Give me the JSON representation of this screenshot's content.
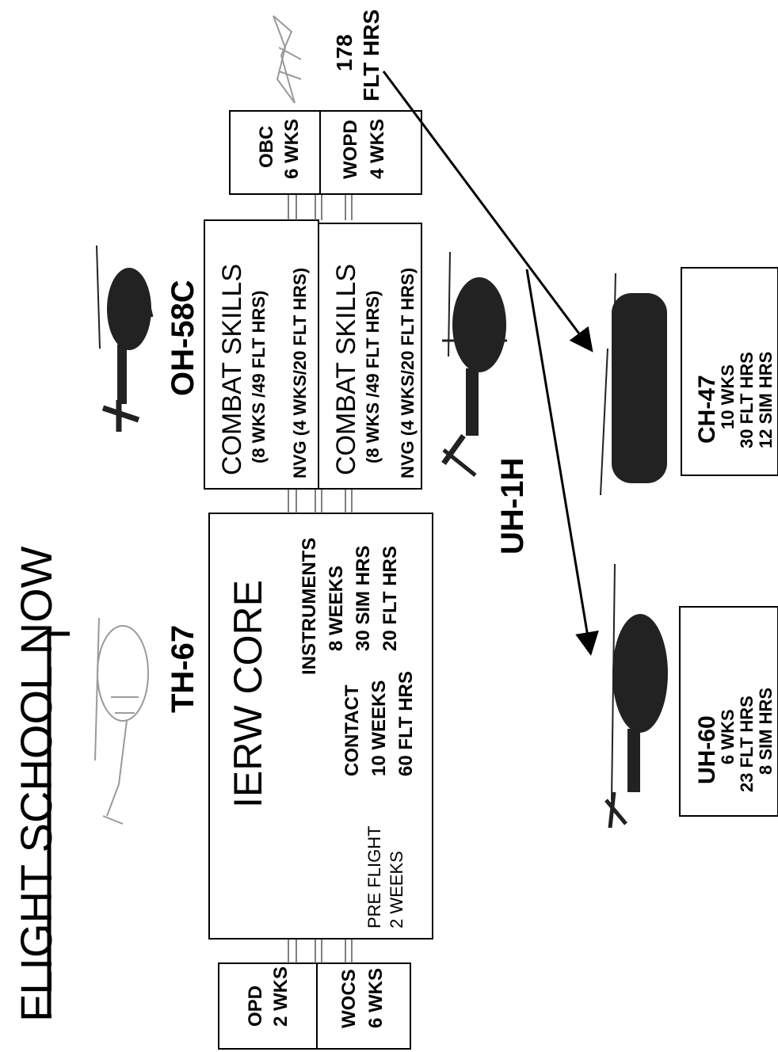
{
  "title": "FLIGHT SCHOOL NOW",
  "start": {
    "opd": {
      "name": "OPD",
      "duration": "2 WKS"
    },
    "wocs": {
      "name": "WOCS",
      "duration": "6 WKS"
    }
  },
  "ierw": {
    "title": "IERW CORE",
    "trainer": "TH-67",
    "preflight": {
      "name": "PRE FLIGHT",
      "duration": "2 WEEKS"
    },
    "contact": {
      "name": "CONTACT",
      "duration": "10 WEEKS",
      "hours": "60 FLT HRS"
    },
    "instruments": {
      "name": "INSTRUMENTS",
      "duration": "8 WEEKS",
      "sim": "30 SIM HRS",
      "flt": "20 FLT HRS"
    }
  },
  "combat": {
    "oh58c": {
      "aircraft": "OH-58C",
      "name": "COMBAT SKILLS",
      "detail": "(8 WKS /49 FLT HRS)",
      "nvg": "NVG (4 WKS/20 FLT HRS)"
    },
    "uh1h": {
      "aircraft": "UH-1H",
      "name": "COMBAT SKILLS",
      "detail": "(8 WKS /49 FLT HRS)",
      "nvg": "NVG (4 WKS/20 FLT HRS)"
    }
  },
  "end": {
    "obc": {
      "name": "OBC",
      "duration": "6 WKS"
    },
    "wopd": {
      "name": "WOPD",
      "duration": "4 WKS"
    }
  },
  "total": {
    "value": "178",
    "unit": "FLT HRS"
  },
  "advanced": {
    "uh60": {
      "name": "UH-60",
      "line1": "6 WKS",
      "line2": "23 FLT HRS",
      "line3": "8 SIM HRS"
    },
    "ch47": {
      "name": "CH-47",
      "line1": "10 WKS",
      "line2": "30 FLT HRS",
      "line3": "12 SIM HRS"
    }
  },
  "colors": {
    "ink": "#000000",
    "airframe": "#222222",
    "light_sketch": "#9a9a9a"
  }
}
